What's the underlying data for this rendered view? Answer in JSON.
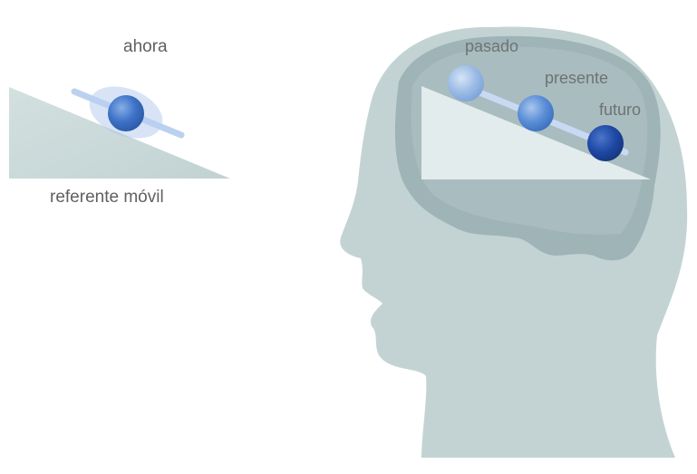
{
  "labels": {
    "now": "ahora",
    "moving_reference": "referente móvil",
    "past": "pasado",
    "present": "presente",
    "future": "futuro"
  },
  "colors": {
    "ramp_fill": "#c9d8d8",
    "head_fill": "#c3d3d4",
    "brain_fill": "#9fb4b7",
    "ramp_in_head": "#e3ecec",
    "ball_past": "#9dbde6",
    "ball_present": "#5c8fd6",
    "ball_future": "#1f4aa7",
    "ball_now": "#3e72c6",
    "track": "#b8cff0"
  },
  "icons": [
    "ramp-left-icon",
    "ball-now-icon",
    "head-silhouette-icon",
    "brain-icon",
    "ramp-in-head-icon",
    "ball-past-icon",
    "ball-present-icon",
    "ball-future-icon"
  ]
}
